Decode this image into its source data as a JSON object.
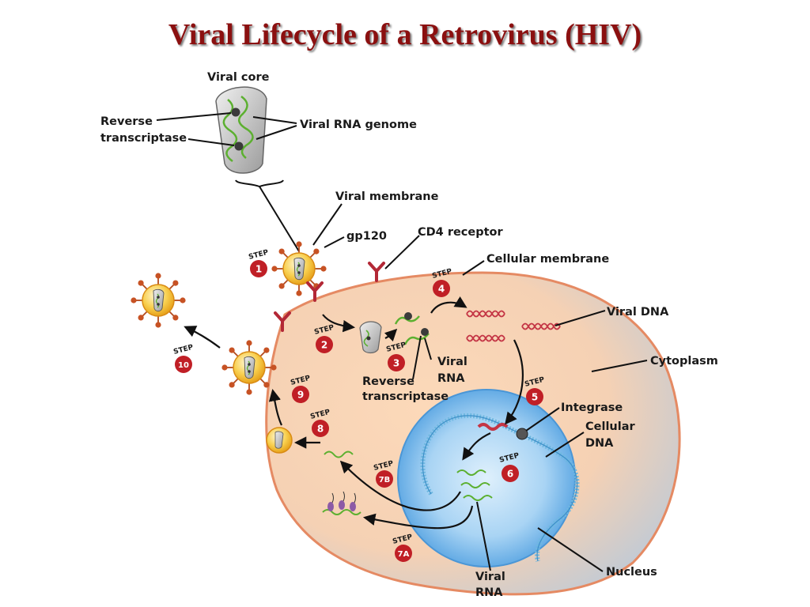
{
  "title": "Viral Lifecycle of a Retrovirus (HIV)",
  "labels": {
    "viral_core": "Viral core",
    "reverse_transcriptase_core_1": "Reverse",
    "reverse_transcriptase_core_2": "transcriptase",
    "viral_rna_genome": "Viral RNA genome",
    "viral_membrane": "Viral membrane",
    "gp120": "gp120",
    "cd4_receptor": "CD4 receptor",
    "cellular_membrane": "Cellular membrane",
    "viral_dna": "Viral DNA",
    "cytoplasm": "Cytoplasm",
    "viral_rna_mid_1": "Viral",
    "viral_rna_mid_2": "RNA",
    "reverse_transcriptase_mid_1": "Reverse",
    "reverse_transcriptase_mid_2": "transcriptase",
    "integrase": "Integrase",
    "cellular_dna_1": "Cellular",
    "cellular_dna_2": "DNA",
    "nucleus": "Nucleus",
    "viral_rna_bottom_1": "Viral",
    "viral_rna_bottom_2": "RNA"
  },
  "step_word": "STEP",
  "steps": {
    "s1": "1",
    "s2": "2",
    "s3": "3",
    "s4": "4",
    "s5": "5",
    "s6": "6",
    "s7a": "7A",
    "s7b": "7B",
    "s8": "8",
    "s9": "9",
    "s10": "10"
  },
  "colors": {
    "title": "#8b1010",
    "step_badge": "#c01f26",
    "cell_cytoplasm": "#f7ccaa",
    "cell_membrane": "#e58a63",
    "nucleus": "#5aaae4",
    "virion_fill": "#f4b21d",
    "spike": "#b34a1c",
    "cd4_receptor": "#b32836",
    "viral_rna": "#5cb030",
    "viral_dna": "#c43545",
    "cellular_dna": "#6eb8e0"
  }
}
